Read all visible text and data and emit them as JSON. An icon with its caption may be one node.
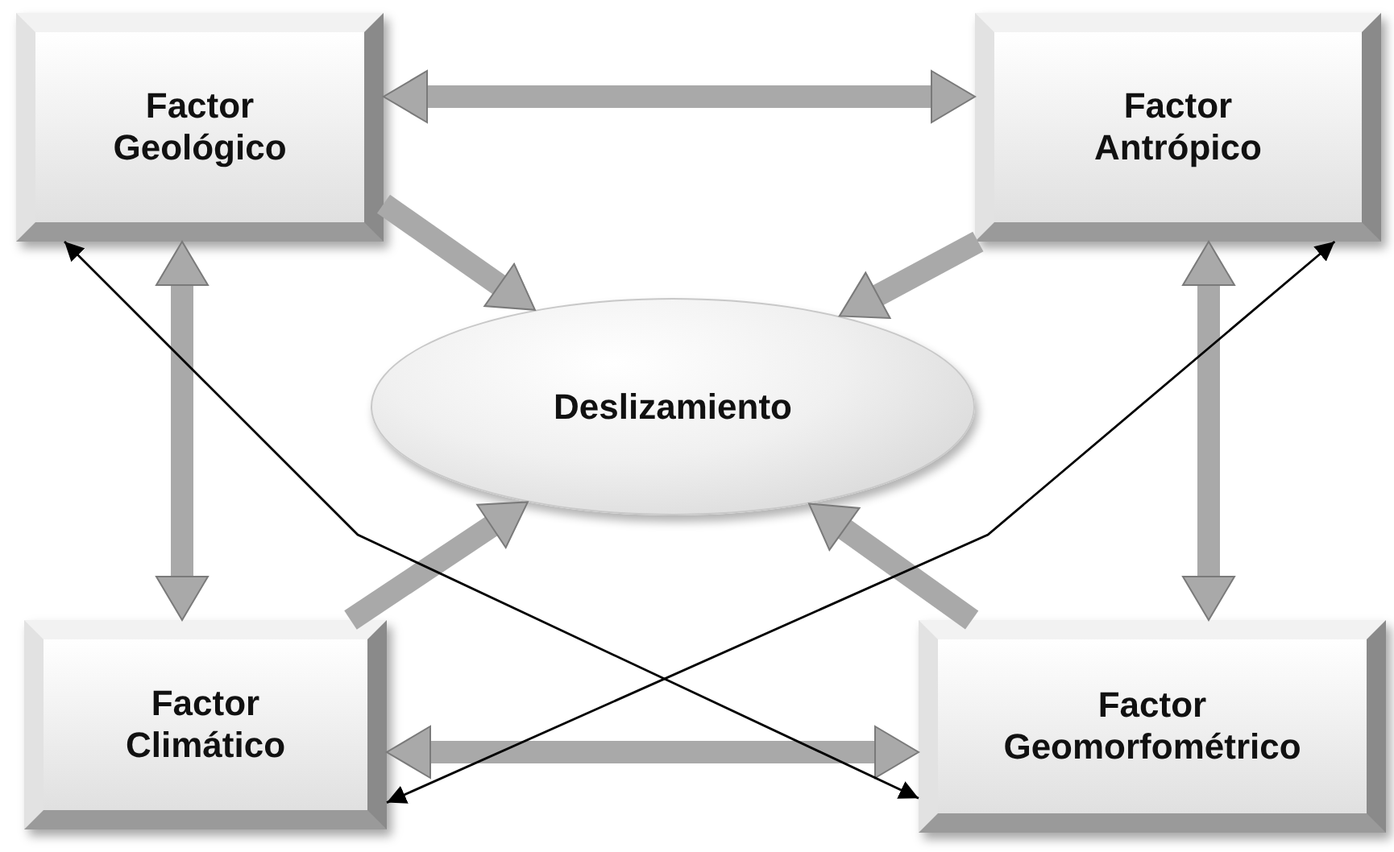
{
  "diagram": {
    "nodes": [
      {
        "text": [
          "Factor Geológico"
        ]
      },
      {
        "text": [
          "Factor Antrópico"
        ]
      },
      {
        "text": [
          "Deslizamiento"
        ]
      },
      {
        "text": [
          "Factor Climático"
        ]
      },
      {
        "text": [
          "Factor Geomorfométrico"
        ]
      }
    ],
    "edges": [
      {
        "from": 0,
        "to": 1,
        "arrow": "both"
      },
      {
        "from": 0,
        "to": 3,
        "arrow": "both"
      },
      {
        "from": 1,
        "to": 4,
        "arrow": "both"
      },
      {
        "from": 3,
        "to": 4,
        "arrow": "both"
      },
      {
        "from": 0,
        "to": 2,
        "arrow": "to"
      },
      {
        "from": 1,
        "to": 2,
        "arrow": "to"
      },
      {
        "from": 3,
        "to": 2,
        "arrow": "to"
      },
      {
        "from": 4,
        "to": 2,
        "arrow": "to"
      },
      {
        "from": 0,
        "to": 4,
        "arrow": "both",
        "color": "#000000"
      },
      {
        "from": 1,
        "to": 3,
        "arrow": "both",
        "color": "#000000"
      }
    ]
  }
}
